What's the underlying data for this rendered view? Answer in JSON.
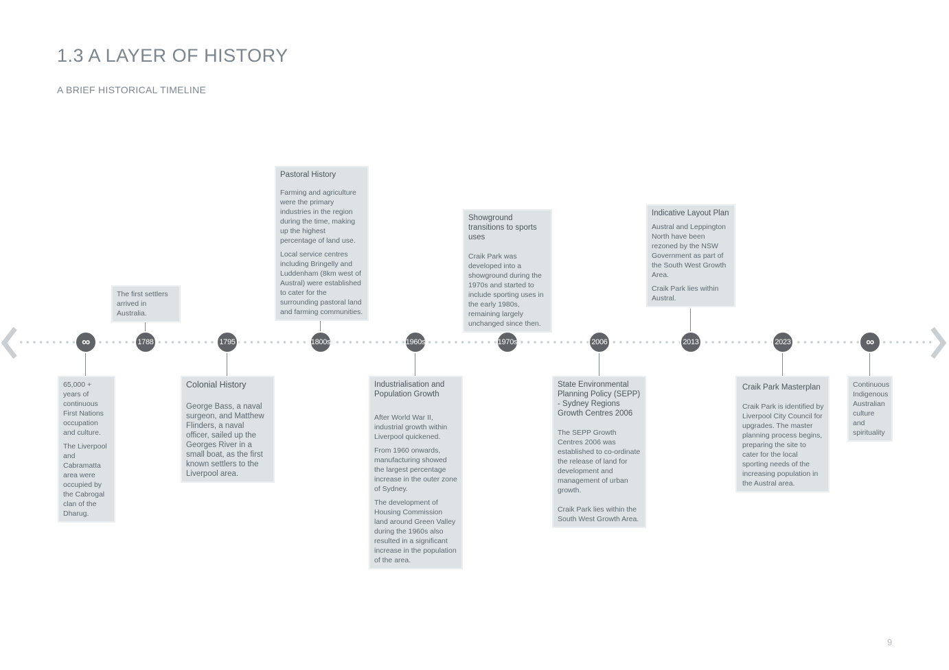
{
  "page": {
    "title": "1.3 A LAYER OF HISTORY",
    "subtitle": "A BRIEF HISTORICAL TIMELINE",
    "page_number": "9"
  },
  "colors": {
    "node": "#5f6266",
    "box_bg": "#dde2e5",
    "line": "#c9cfd3",
    "heading": "#7b858d"
  },
  "timeline": {
    "nodes": [
      {
        "label": "∞",
        "icon": "infinity-icon"
      },
      {
        "label": "1788"
      },
      {
        "label": "1795"
      },
      {
        "label": "1800s"
      },
      {
        "label": "1960s"
      },
      {
        "label": "1970s"
      },
      {
        "label": "2006"
      },
      {
        "label": "2013"
      },
      {
        "label": "2023"
      },
      {
        "label": "∞",
        "icon": "infinity-icon"
      }
    ],
    "events": {
      "first_nations": {
        "title": "",
        "paragraphs": [
          "65,000 + years of continuous First Nations occupation and culture.",
          "The Liverpool and Cabramatta area were occupied by the Cabrogal clan of the Dharug."
        ]
      },
      "first_settlers": {
        "title": "",
        "paragraphs": [
          "The first settlers arrived in Australia."
        ]
      },
      "colonial_history": {
        "title": "Colonial History",
        "paragraphs": [
          "George Bass, a naval surgeon, and Matthew Flinders, a naval officer, sailed up the Georges River in a small boat, as the first known settlers to the Liverpool area."
        ]
      },
      "pastoral_history": {
        "title": "Pastoral History",
        "paragraphs": [
          "Farming and agriculture were the primary industries in the region during the time, making up the highest percentage of land use.",
          "Local service centres including Bringelly and Luddenham (8km west of Austral) were established to cater for the surrounding pastoral land and farming communities."
        ]
      },
      "industrialisation": {
        "title": "Industrialisation and Population Growth",
        "paragraphs": [
          "After World War II, industrial growth within Liverpool quickened.",
          "From 1960 onwards, manufacturing showed the largest percentage increase in the outer zone of Sydney.",
          "The development of Housing Commission land around Green Valley during the 1960s also resulted in a significant increase in the population of the area."
        ]
      },
      "showground": {
        "title": "Showground transitions to sports uses",
        "paragraphs": [
          "Craik Park was developed into a showground during the 1970s and started to include sporting uses in the early 1980s, remaining largely unchanged since then."
        ]
      },
      "sepp": {
        "title": "State Environmental Planning Policy (SEPP) - Sydney Regions Growth Centres 2006",
        "paragraphs": [
          "The SEPP Growth Centres 2006 was established to co-ordinate the release of land for development and management of urban growth.",
          "Craik Park lies within the South West Growth Area."
        ]
      },
      "layout_plan": {
        "title": "Indicative Layout Plan",
        "paragraphs": [
          "Austral and Leppington North have been rezoned by the NSW Government as part of the South West Growth Area.",
          "Craik Park lies within Austral."
        ]
      },
      "masterplan": {
        "title": "Craik Park Masterplan",
        "paragraphs": [
          "Craik Park is identified by Liverpool City Council for upgrades. The master planning process begins, preparing the site to cater for the local sporting needs of the increasing population in the Austral area."
        ]
      },
      "continuous": {
        "title": "",
        "paragraphs": [
          "Continuous Indigenous Australian culture and spirituality"
        ]
      }
    }
  }
}
